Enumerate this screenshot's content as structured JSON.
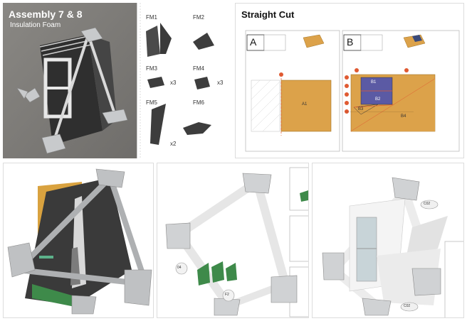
{
  "assembly": {
    "title": "Assembly 7 & 8",
    "subtitle": "Insulation Foam"
  },
  "parts": [
    {
      "id": "FM1",
      "qty": ""
    },
    {
      "id": "FM2",
      "qty": ""
    },
    {
      "id": "FM3",
      "qty": "x3"
    },
    {
      "id": "FM4",
      "qty": "x3"
    },
    {
      "id": "FM5",
      "qty": "x2"
    },
    {
      "id": "FM6",
      "qty": ""
    }
  ],
  "straight_cut": {
    "title": "Straight Cut",
    "sheet_a": {
      "letter": "A",
      "pieces": [
        "A1"
      ]
    },
    "sheet_b": {
      "letter": "B",
      "pieces": [
        "B1",
        "B2",
        "B3",
        "B4"
      ]
    },
    "colors": {
      "board": "#dca24a",
      "piece_b": "#5b5aa4",
      "cut": "#e05a32"
    }
  },
  "callouts": {
    "p4": "04",
    "p4b": "F2",
    "p5a": "C02",
    "p5b": "C02"
  },
  "colors": {
    "foam": "#3a3a3a",
    "node": "#9ea0a3",
    "green": "#3e8a4a",
    "orange": "#d9a23f"
  }
}
